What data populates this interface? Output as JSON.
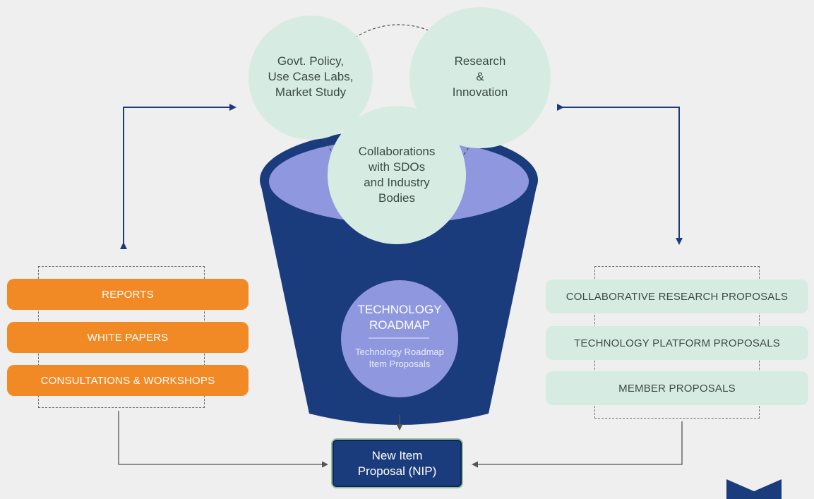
{
  "circles": {
    "govt": "Govt. Policy,\nUse Case Labs,\nMarket Study",
    "research": "Research\n&\nInnovation",
    "collab": "Collaborations\nwith SDOs\nand Industry\nBodies"
  },
  "roadmap": {
    "title": "TECHNOLOGY\nROADMAP",
    "subtitle": "Technology Roadmap\nItem Proposals"
  },
  "left_items": [
    "REPORTS",
    "WHITE PAPERS",
    "CONSULTATIONS & WORKSHOPS"
  ],
  "right_items": [
    "COLLABORATIVE RESEARCH PROPOSALS",
    "TECHNOLOGY PLATFORM PROPOSALS",
    "MEMBER PROPOSALS"
  ],
  "nip": "New Item\nProposal (NIP)",
  "colors": {
    "orange": "#f18a25",
    "mint": "#d6ece3",
    "navy": "#1b3c7c",
    "lavender": "#8f98de"
  }
}
